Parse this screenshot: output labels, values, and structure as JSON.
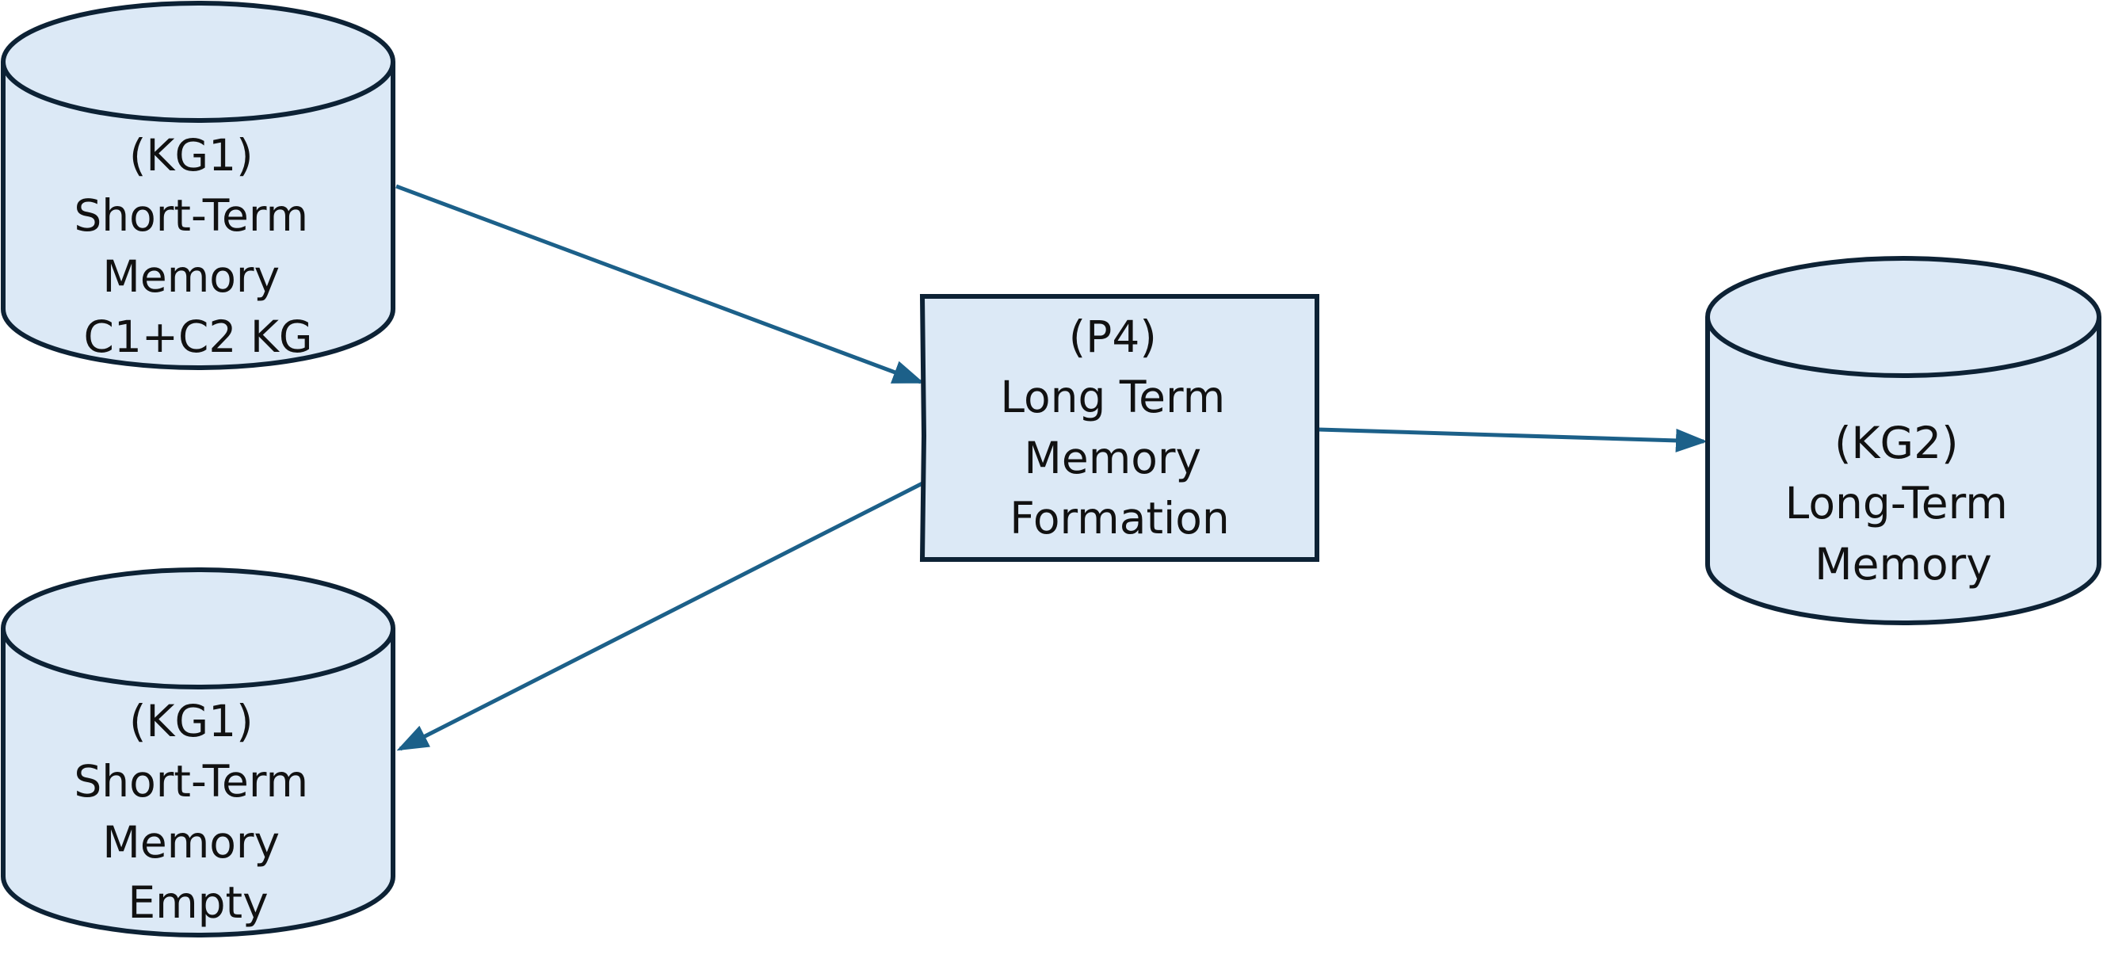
{
  "nodes": {
    "kg1_top": {
      "lines": [
        "(KG1)",
        "Short-Term",
        "Memory",
        "C1+C2 KG"
      ]
    },
    "kg1_bottom": {
      "lines": [
        "(KG1)",
        "Short-Term",
        "Memory",
        "Empty"
      ]
    },
    "p4": {
      "lines": [
        "(P4)",
        "Long Term",
        "Memory",
        "Formation"
      ]
    },
    "kg2": {
      "lines": [
        "(KG2)",
        "Long-Term",
        "Memory"
      ]
    }
  },
  "colors": {
    "node_fill": "#dce9f6",
    "node_stroke": "#0d2235",
    "connector": "#1c6089"
  }
}
